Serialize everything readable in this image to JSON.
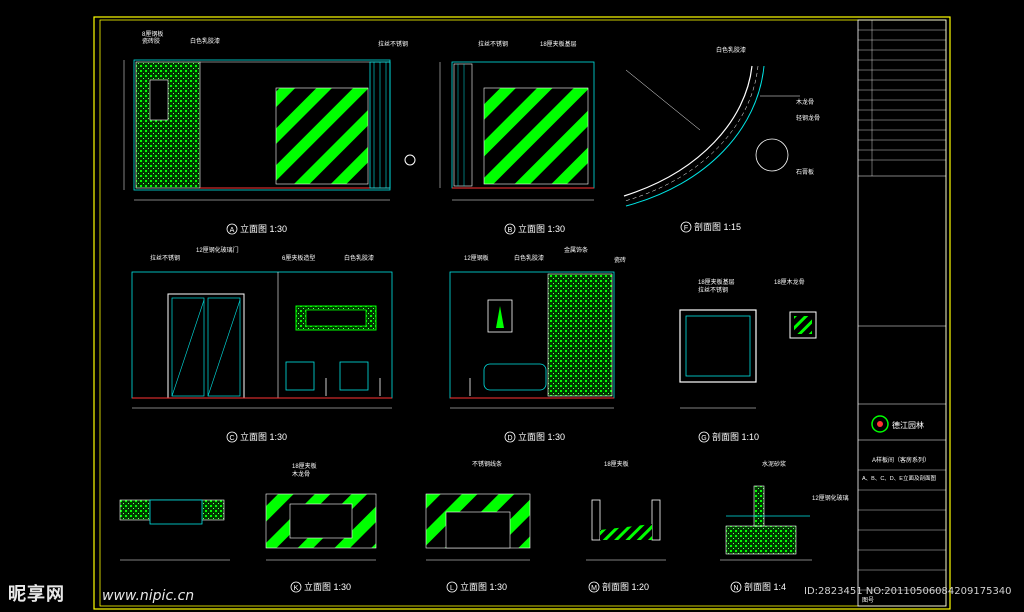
{
  "colors": {
    "background": "#000000",
    "frame": "#ffff00",
    "outline": "#ffffff",
    "hatch": "#00ff00",
    "cyan": "#00e5e5",
    "red": "#ff3333",
    "magenta": "#ff44ff",
    "annotation": "#ffffff"
  },
  "views": {
    "A": {
      "letter": "A",
      "title": "立面图 1:30"
    },
    "B": {
      "letter": "B",
      "title": "立面图 1:30"
    },
    "F": {
      "letter": "F",
      "title": "剖面图 1:15"
    },
    "C": {
      "letter": "C",
      "title": "立面图 1:30"
    },
    "D": {
      "letter": "D",
      "title": "立面图 1:30"
    },
    "G": {
      "letter": "G",
      "title": "剖面图 1:10"
    },
    "K": {
      "letter": "K",
      "title": "立面图 1:30"
    },
    "L": {
      "letter": "L",
      "title": "立面图 1:30"
    },
    "M": {
      "letter": "M",
      "title": "剖面图 1:20"
    },
    "N": {
      "letter": "N",
      "title": "剖面图 1:4"
    }
  },
  "notes": {
    "a1": "8厘钢板",
    "a2": "瓷砖胶",
    "a3": "白色乳胶漆",
    "a4": "拉丝不锈钢",
    "b1": "拉丝不锈钢",
    "b2": "18厘夹板基层",
    "f1": "白色乳胶漆",
    "f2": "木龙骨",
    "f3": "轻钢龙骨",
    "f4": "石膏板",
    "c1": "12厘钢化玻璃门",
    "c2": "拉丝不锈钢",
    "c3": "白色乳胶漆",
    "c4": "6厘夹板造型",
    "d1": "12厘钢板",
    "d2": "白色乳胶漆",
    "d3": "金属饰条",
    "d4": "瓷砖",
    "g1": "18厘夹板基层",
    "g2": "拉丝不锈钢",
    "g3": "18厘木龙骨",
    "k1": "18厘夹板",
    "k2": "木龙骨",
    "l1": "不锈钢线条",
    "m1": "18厘夹板",
    "n1": "水泥砂浆",
    "n2": "12厘钢化玻璃"
  },
  "title_block": {
    "logo_text": "德江园林",
    "project": "A样板间（客房系列）",
    "sheet_desc": "A、B、C、D、E立面及剖面图",
    "sheet_no_label": "图号"
  },
  "watermark": {
    "site_logo": "昵享网",
    "site_url": "www.nipic.cn",
    "image_id": "ID:2823451 NO:20110506084209175340"
  }
}
